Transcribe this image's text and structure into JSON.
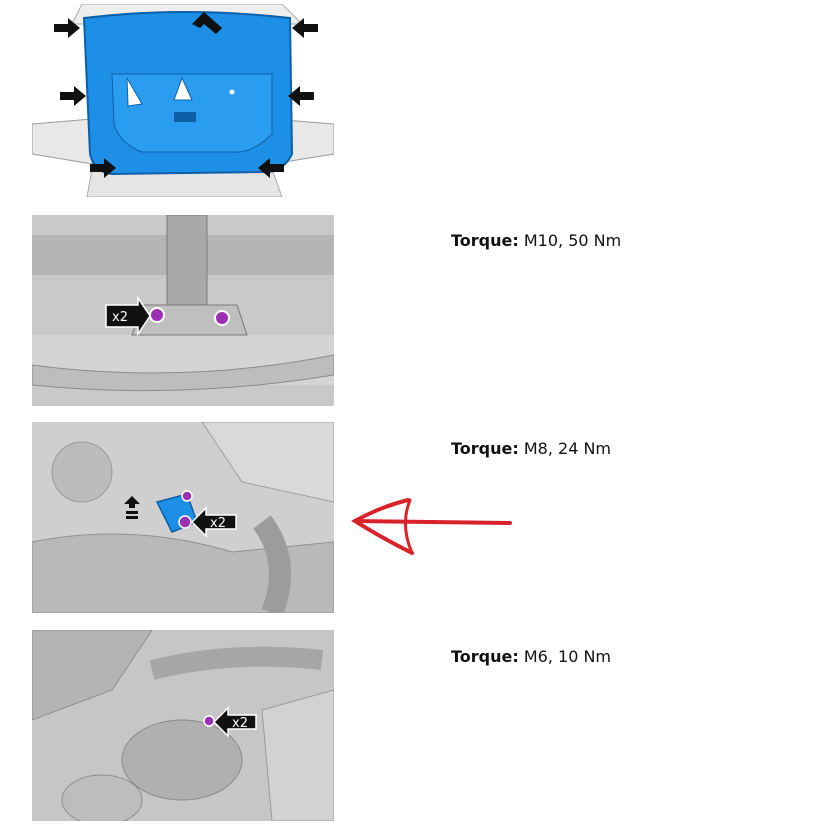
{
  "steps": [
    {
      "torque_label": "",
      "torque_value": ""
    },
    {
      "torque_label": "Torque:",
      "torque_value": " M10, 50 Nm",
      "callout": "x2"
    },
    {
      "torque_label": "Torque:",
      "torque_value": " M8, 24 Nm",
      "callout": "x2"
    },
    {
      "torque_label": "Torque:",
      "torque_value": " M6, 10 Nm",
      "callout": "x2"
    }
  ],
  "colors": {
    "shield_blue": "#1e8fe6",
    "fastener_purple": "#9b30b5",
    "annotation_red": "#d9232a",
    "callout_black": "#111111"
  }
}
